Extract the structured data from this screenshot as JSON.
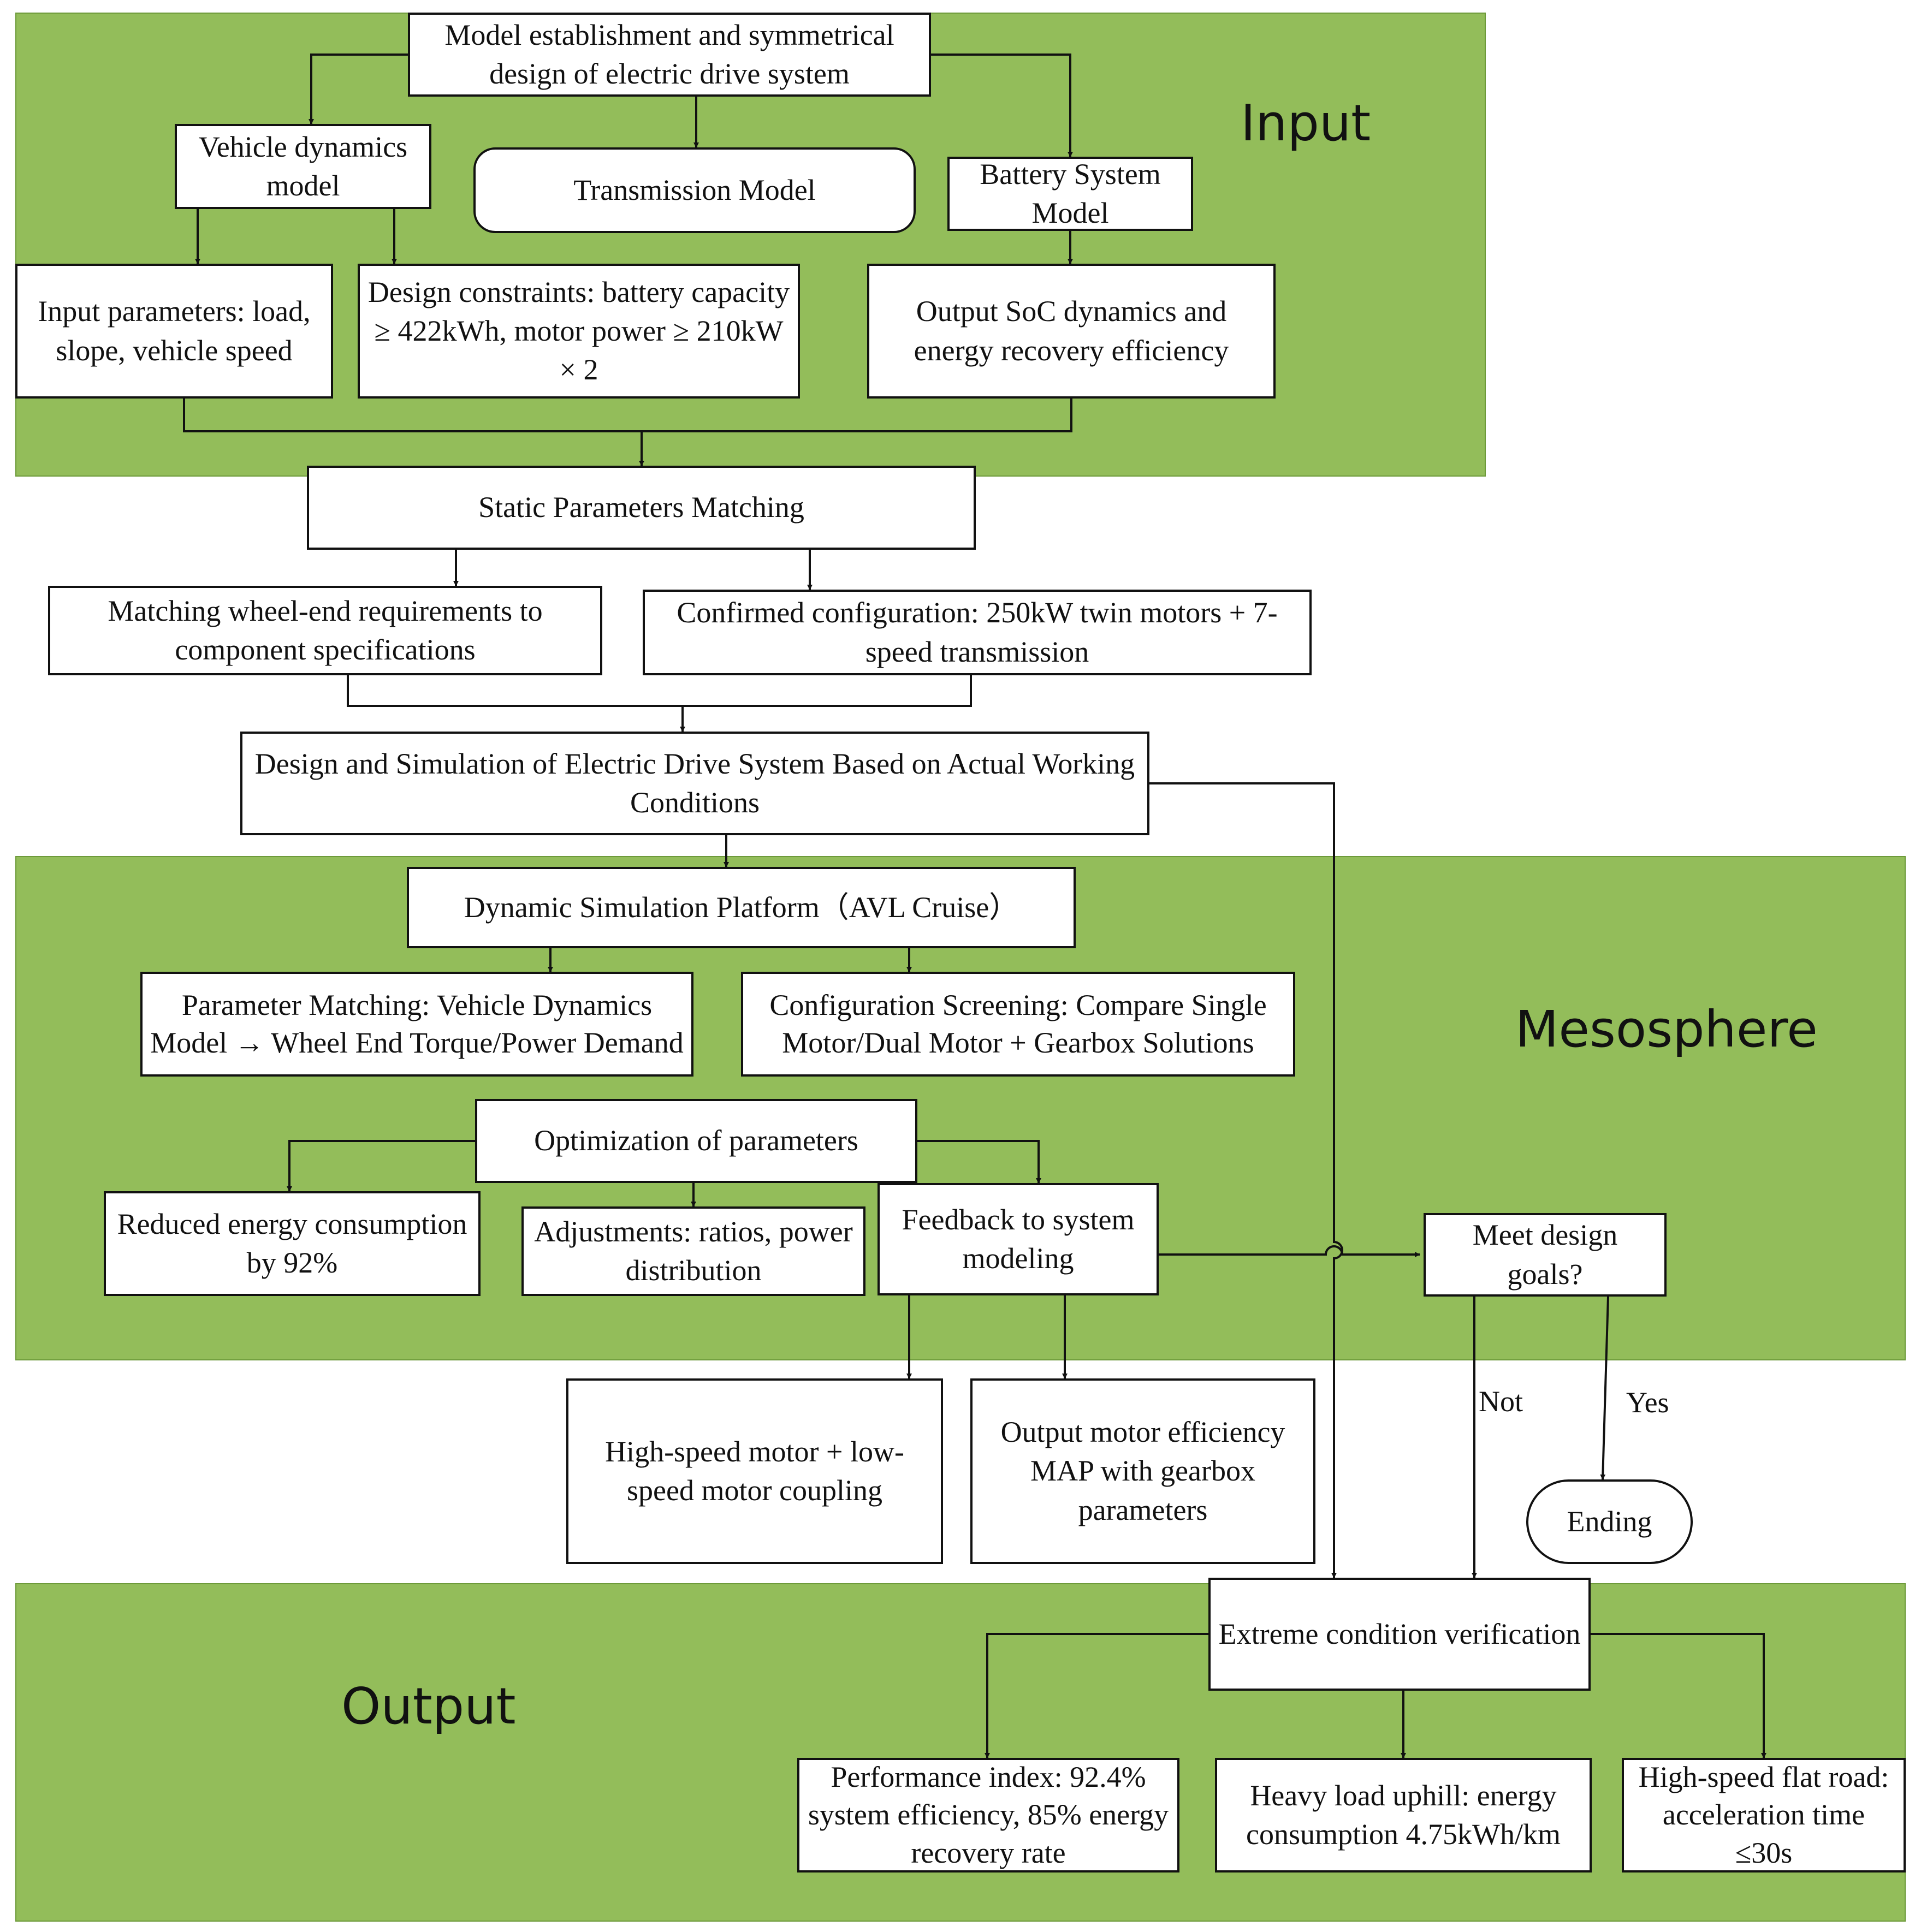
{
  "zones": {
    "input": "Input",
    "mesosphere": "Mesosphere",
    "output": "Output"
  },
  "nodes": {
    "model_establishment": "Model establishment and symmetrical design of electric drive system",
    "vehicle_dynamics": "Vehicle dynamics model",
    "transmission": "Transmission Model",
    "battery_system": "Battery System Model",
    "input_parameters": "Input parameters: load, slope, vehicle speed",
    "design_constraints": "Design constraints: battery capacity ≥ 422kWh, motor power ≥ 210kW × 2",
    "output_soc": "Output SoC dynamics and energy recovery efficiency",
    "static_matching": "Static Parameters Matching",
    "matching_wheel_end": "Matching wheel-end requirements to component specifications",
    "confirmed_configuration": "Confirmed configuration: 250kW twin motors + 7-speed transmission",
    "design_simulation": "Design and Simulation of Electric Drive System Based on Actual Working Conditions",
    "dynamic_platform": "Dynamic Simulation Platform（AVL Cruise）",
    "parameter_matching": "Parameter Matching: Vehicle Dynamics Model → Wheel End Torque/Power Demand",
    "configuration_screening": "Configuration Screening: Compare Single Motor/Dual Motor + Gearbox Solutions",
    "optimization": "Optimization of parameters",
    "reduced_energy": "Reduced energy consumption by 92%",
    "adjustments": "Adjustments: ratios, power distribution",
    "feedback": "Feedback to system modeling",
    "meet_goals": "Meet design goals?",
    "high_low_motor": "High-speed motor + low-speed motor coupling",
    "output_motor_map": "Output motor efficiency MAP with gearbox parameters",
    "ending": "Ending",
    "extreme_verification": "Extreme condition verification",
    "performance_index": "Performance index: 92.4% system efficiency, 85% energy recovery rate",
    "heavy_load": "Heavy load uphill: energy consumption 4.75kWh/km",
    "high_speed_flat": "High-speed flat road: acceleration time ≤30s"
  },
  "edge_labels": {
    "not": "Not",
    "yes": "Yes"
  },
  "colors": {
    "band_fill": "#93bd5a",
    "box_fill": "#ffffff",
    "line": "#111111"
  }
}
